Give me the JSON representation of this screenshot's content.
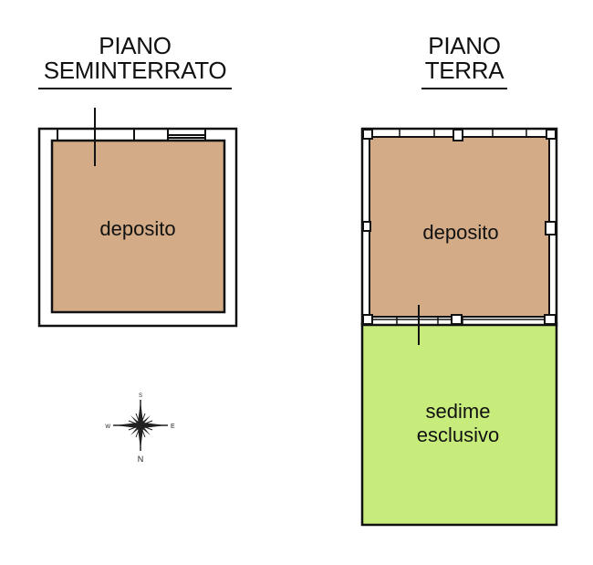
{
  "plans": [
    {
      "id": "seminterrato",
      "title_line1": "PIANO",
      "title_line2": "SEMINTERRATO",
      "rooms": [
        {
          "label": "deposito",
          "fill": "#d3ac87"
        }
      ]
    },
    {
      "id": "terra",
      "title_line1": "PIANO",
      "title_line2": "TERRA",
      "rooms": [
        {
          "label": "deposito",
          "fill": "#d3ac87"
        },
        {
          "label_line1": "sedime",
          "label_line2": "esclusivo",
          "fill": "#c8ec7c"
        }
      ]
    }
  ],
  "compass": {
    "north": "N",
    "east": "E",
    "west": "W",
    "south": "S"
  },
  "colors": {
    "deposito": "#d3ac87",
    "sedime": "#c8ec7c",
    "line": "#111111"
  }
}
